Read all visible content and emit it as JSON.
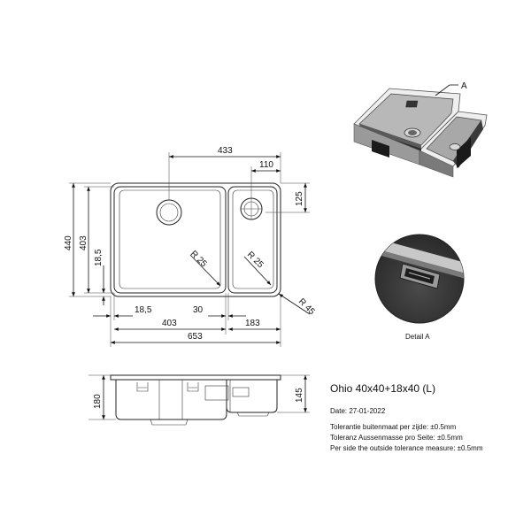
{
  "product": {
    "title": "Ohio 40x40+18x40 (L)",
    "date": "Date: 27-01-2022",
    "tolerance_nl": "Tolerantie buitenmaat per zijde: ±0.5mm",
    "tolerance_de": "Toleranz Aussenmasse pro Seite: ±0.5mm",
    "tolerance_en": "Per side the outside tolerance measure: ±0.5mm"
  },
  "detail": {
    "caption": "Detail A",
    "callout_letter": "A"
  },
  "dimensions": {
    "d433": "433",
    "d110": "110",
    "d125": "125",
    "d440": "440",
    "d403_v": "403",
    "d18_5_v": "18,5",
    "d18_5_h": "18,5",
    "d30": "30",
    "d403_h": "403",
    "d183": "183",
    "d653": "653",
    "r25_a": "R 25",
    "r25_b": "R 25",
    "r45": "R 45",
    "d180": "180",
    "d145": "145"
  },
  "colors": {
    "line": "#111111",
    "steel_dark": "#3a3a3a",
    "steel_mid": "#8c8c8c",
    "steel_light": "#d9d9d9"
  }
}
